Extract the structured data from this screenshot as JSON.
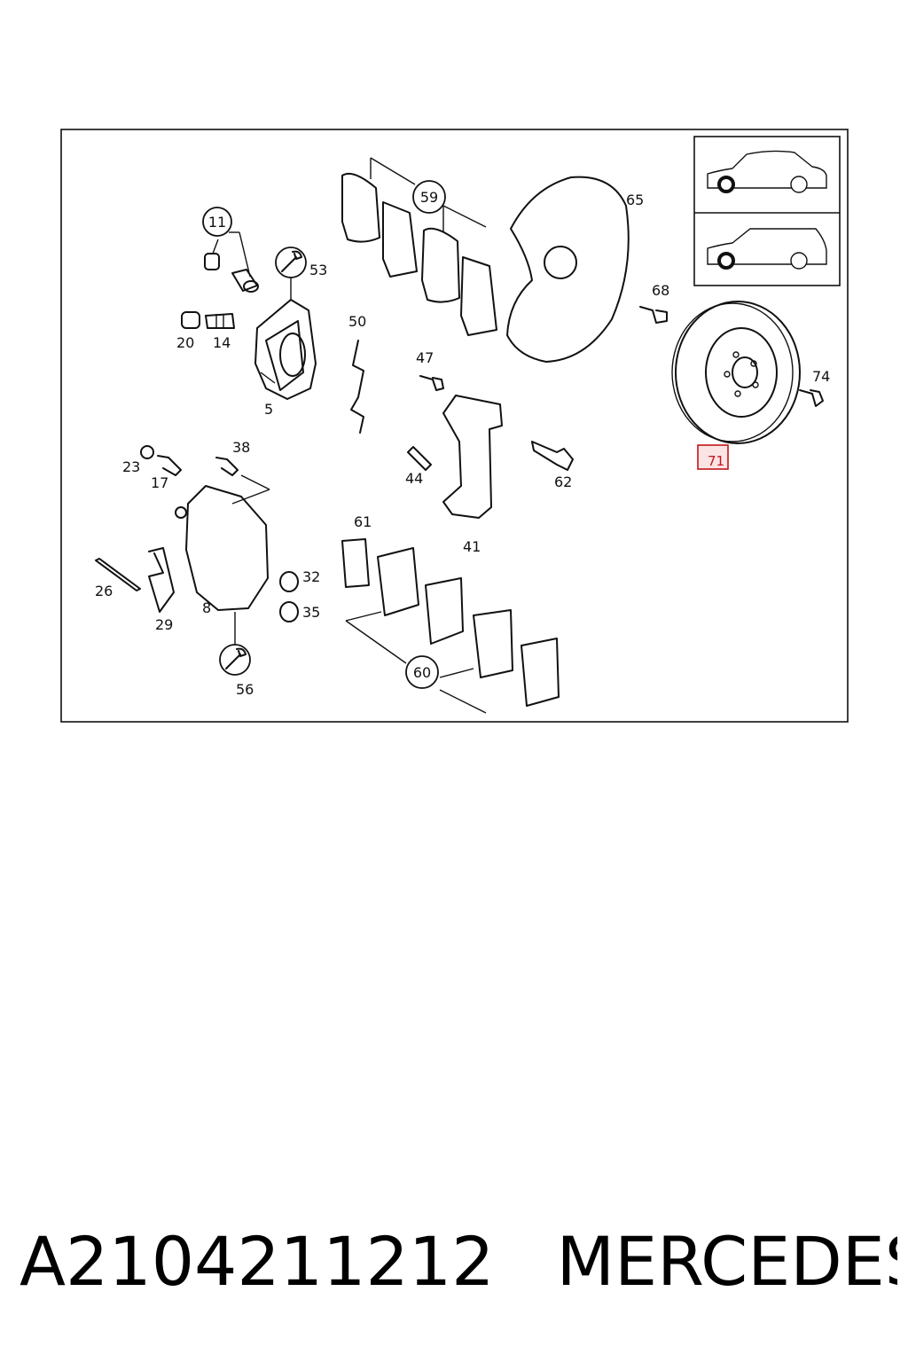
{
  "diagram": {
    "callouts": [
      {
        "id": "c11",
        "text": "11",
        "circled": true
      },
      {
        "id": "c53",
        "text": "53",
        "wrench": true
      },
      {
        "id": "c20",
        "text": "20"
      },
      {
        "id": "c14",
        "text": "14"
      },
      {
        "id": "c5",
        "text": "5"
      },
      {
        "id": "c59",
        "text": "59",
        "circled": true
      },
      {
        "id": "c50",
        "text": "50"
      },
      {
        "id": "c65",
        "text": "65"
      },
      {
        "id": "c68",
        "text": "68"
      },
      {
        "id": "c47",
        "text": "47"
      },
      {
        "id": "c74",
        "text": "74"
      },
      {
        "id": "c71",
        "text": "71",
        "highlighted": true
      },
      {
        "id": "c38",
        "text": "38"
      },
      {
        "id": "c23",
        "text": "23"
      },
      {
        "id": "c17",
        "text": "17"
      },
      {
        "id": "c44",
        "text": "44"
      },
      {
        "id": "c62",
        "text": "62"
      },
      {
        "id": "c61",
        "text": "61"
      },
      {
        "id": "c41",
        "text": "41"
      },
      {
        "id": "c26",
        "text": "26"
      },
      {
        "id": "c32",
        "text": "32"
      },
      {
        "id": "c35",
        "text": "35"
      },
      {
        "id": "c8",
        "text": "8"
      },
      {
        "id": "c29",
        "text": "29"
      },
      {
        "id": "c60",
        "text": "60",
        "circled": true
      },
      {
        "id": "c56",
        "text": "56",
        "wrench": true
      }
    ],
    "highlight_color": "#c2141b",
    "vehicle_icons": [
      "sedan-icon",
      "wagon-icon"
    ]
  },
  "caption": {
    "part_number": "A2104211212",
    "brand": "MERCEDES"
  }
}
